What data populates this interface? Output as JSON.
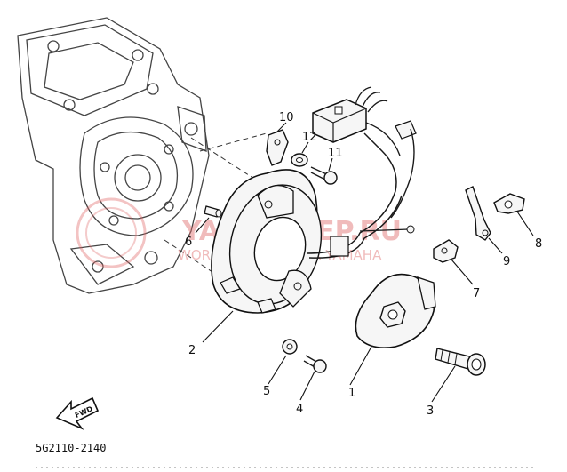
{
  "diagram": {
    "callouts": [
      "1",
      "2",
      "3",
      "4",
      "5",
      "6",
      "7",
      "8",
      "9",
      "10",
      "11",
      "12"
    ],
    "part_code": "5G2110-2140",
    "fwd_label": "FWD",
    "watermark": {
      "main": "YAMASKIEP.RU",
      "sub": "WORLDWIDE DEALER YAMAHA"
    }
  }
}
